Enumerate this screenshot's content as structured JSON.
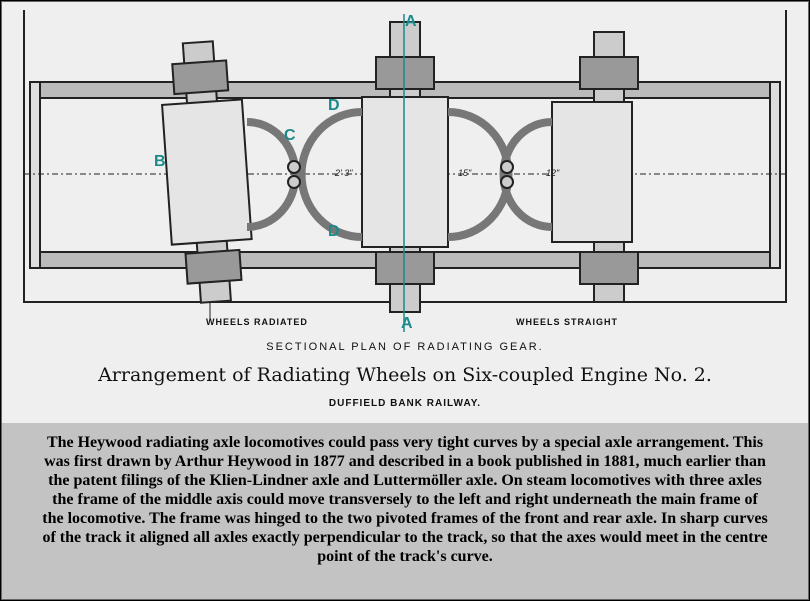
{
  "drawing": {
    "markers": {
      "a_top": "A",
      "a_bottom": "A",
      "b": "B",
      "c": "C",
      "d_top": "D",
      "d_bottom": "D"
    },
    "dimensions": [
      "2' 3\"",
      "15\"",
      "12\""
    ],
    "labels": {
      "left": "WHEELS RADIATED",
      "right": "WHEELS STRAIGHT"
    },
    "accent_color": "#1a8a8a"
  },
  "title": {
    "sectional": "SECTIONAL PLAN OF RADIATING GEAR.",
    "arrangement": "Arrangement of Radiating Wheels on Six-coupled Engine No. 2.",
    "railway": "DUFFIELD BANK RAILWAY."
  },
  "caption": "The Heywood radiating axle locomotives could pass very tight curves by a special axle arrangement. This was first drawn by Arthur Heywood in 1877 and described in a book published in 1881, much earlier than the patent filings of the Klien-Lindner axle and Luttermöller axle. On steam locomotives with three axles the frame of the middle axis could move transversely to the left and right underneath the main frame of the locomotive. The frame was hinged to the two pivoted frames of the front and rear axle. In sharp curves of the track it aligned all axles exactly perpendicular to the track, so that the axes would meet in the centre point of the track's curve."
}
